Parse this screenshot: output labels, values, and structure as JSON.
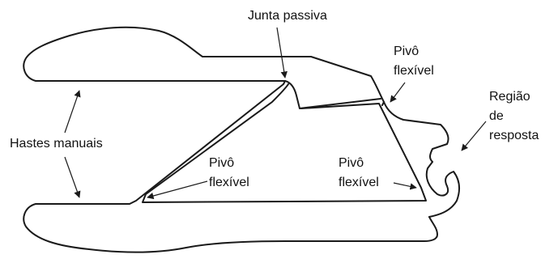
{
  "diagram": {
    "labels": {
      "passive_joint": "Junta passiva",
      "pivot_top_right": [
        "Pivô",
        "flexível"
      ],
      "response_region": [
        "Região",
        "de",
        "resposta"
      ],
      "manual_rods": "Hastes manuais",
      "pivot_center": [
        "Pivô",
        "flexível"
      ],
      "pivot_lower_right": [
        "Pivô",
        "flexível"
      ]
    },
    "colors": {
      "stroke": "#1a1a1a",
      "text": "#111111",
      "background": "#ffffff"
    }
  }
}
